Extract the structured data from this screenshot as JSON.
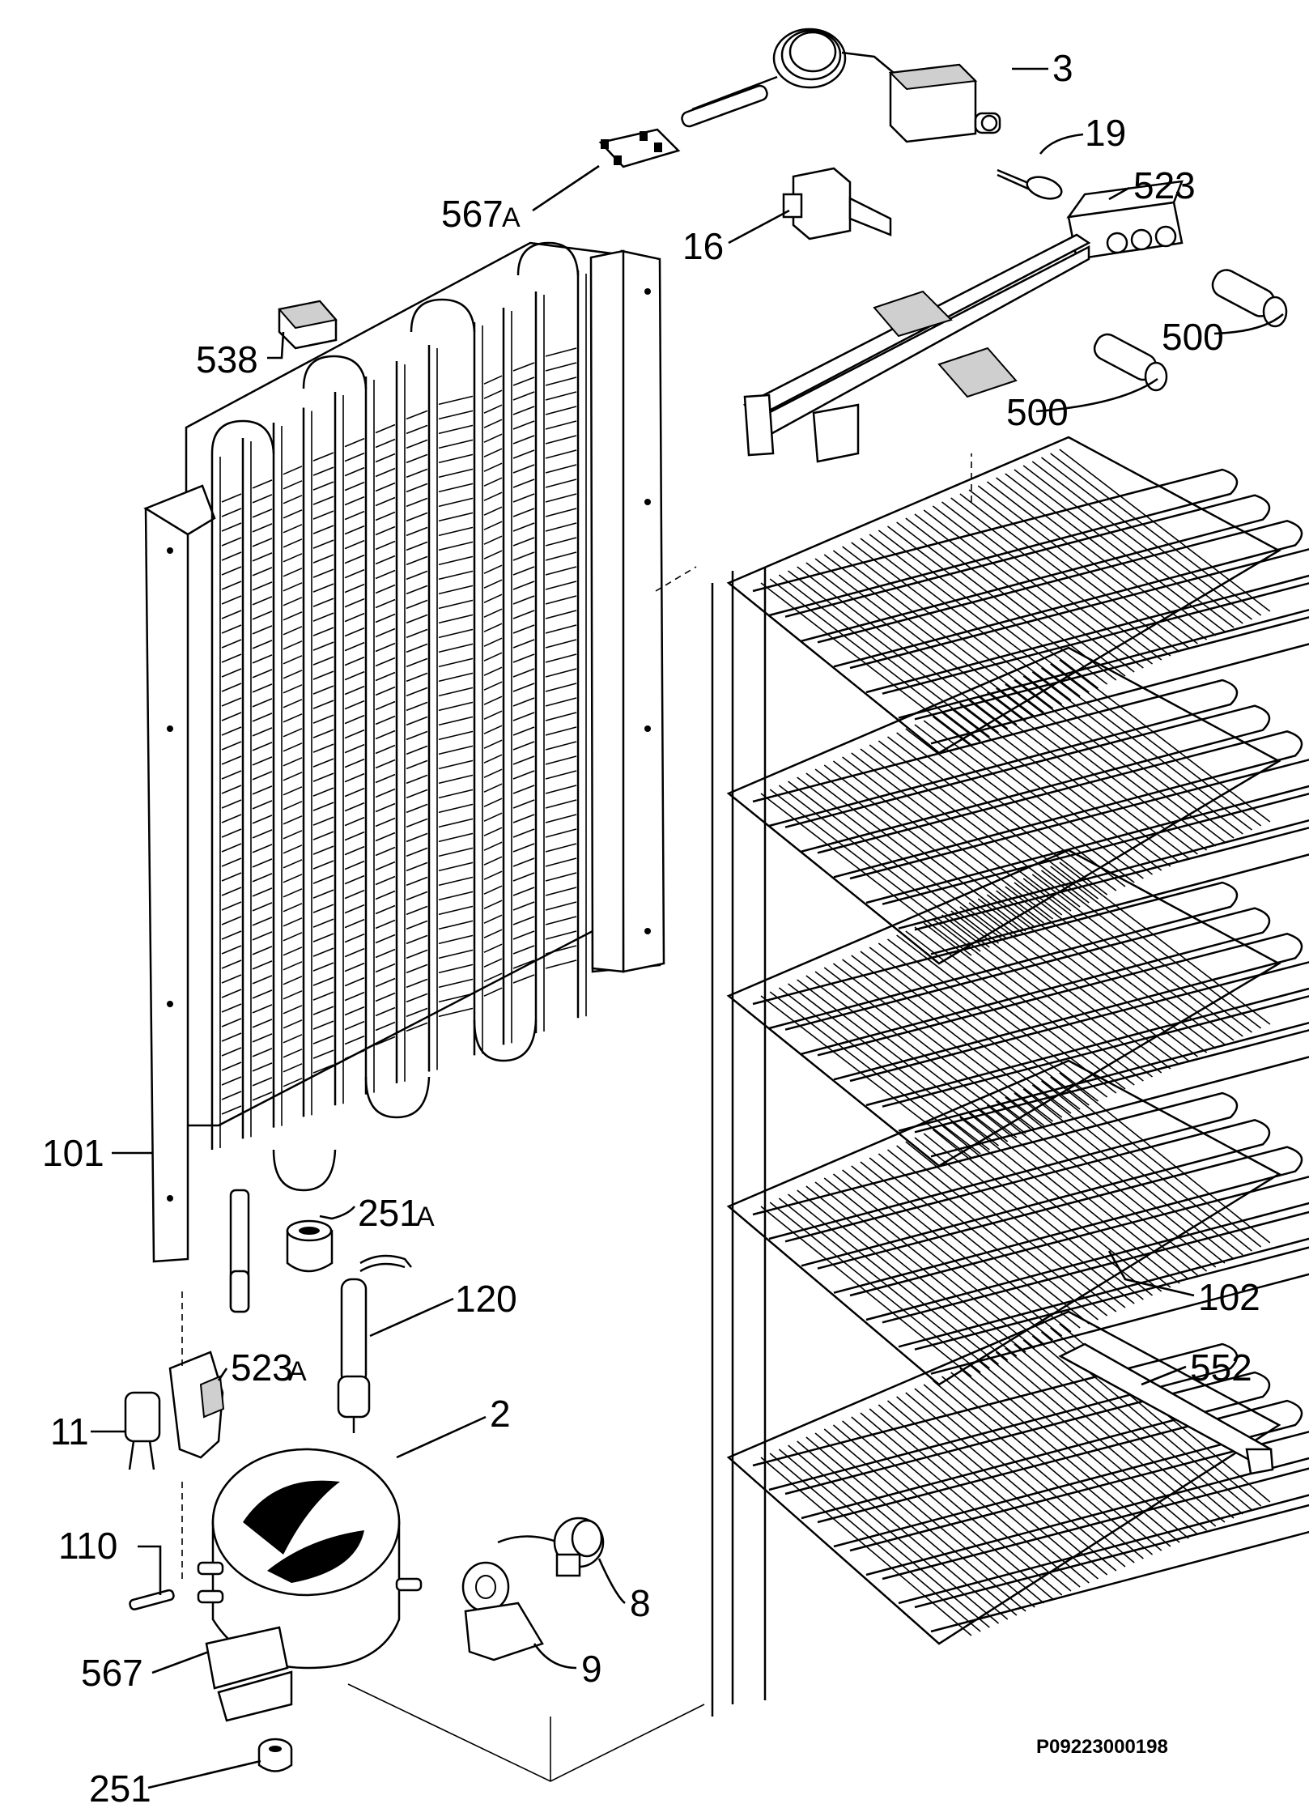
{
  "drawing_code": "P09223000198",
  "parts": [
    {
      "id": "p3",
      "number": "3",
      "suffix": ""
    },
    {
      "id": "p19",
      "number": "19",
      "suffix": ""
    },
    {
      "id": "p567a",
      "number": "567",
      "suffix": "A"
    },
    {
      "id": "p523",
      "number": "523",
      "suffix": ""
    },
    {
      "id": "p16",
      "number": "16",
      "suffix": ""
    },
    {
      "id": "p538",
      "number": "538",
      "suffix": ""
    },
    {
      "id": "p500a",
      "number": "500",
      "suffix": ""
    },
    {
      "id": "p500b",
      "number": "500",
      "suffix": ""
    },
    {
      "id": "p101",
      "number": "101",
      "suffix": ""
    },
    {
      "id": "p251a",
      "number": "251",
      "suffix": "A"
    },
    {
      "id": "p120",
      "number": "120",
      "suffix": ""
    },
    {
      "id": "p102",
      "number": "102",
      "suffix": ""
    },
    {
      "id": "p523a",
      "number": "523",
      "suffix": "A"
    },
    {
      "id": "p552",
      "number": "552",
      "suffix": ""
    },
    {
      "id": "p11",
      "number": "11",
      "suffix": ""
    },
    {
      "id": "p2",
      "number": "2",
      "suffix": ""
    },
    {
      "id": "p110",
      "number": "110",
      "suffix": ""
    },
    {
      "id": "p8",
      "number": "8",
      "suffix": ""
    },
    {
      "id": "p567",
      "number": "567",
      "suffix": ""
    },
    {
      "id": "p9",
      "number": "9",
      "suffix": ""
    },
    {
      "id": "p251",
      "number": "251",
      "suffix": ""
    }
  ]
}
